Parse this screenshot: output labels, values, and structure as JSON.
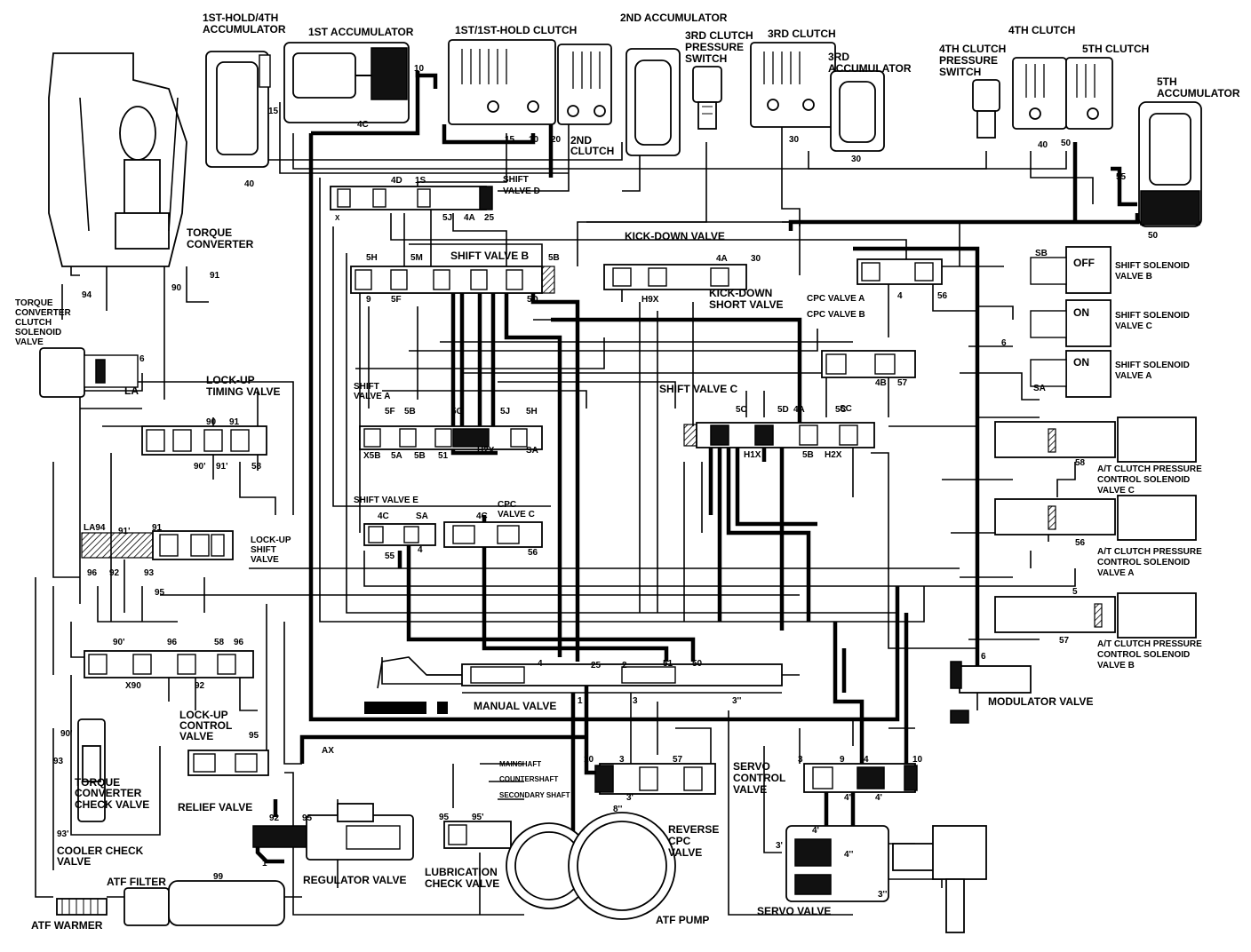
{
  "components": {
    "accum_1st_hold_4th": [
      "1ST-HOLD/4TH",
      "ACCUMULATOR"
    ],
    "accum_1st": "1ST ACCUMULATOR",
    "clutch_1st": "1ST/1ST-HOLD CLUTCH",
    "accum_2nd": "2ND ACCUMULATOR",
    "clutch_2nd": [
      "2ND",
      "CLUTCH"
    ],
    "switch_3rd": [
      "3RD CLUTCH",
      "PRESSURE",
      "SWITCH"
    ],
    "clutch_3rd": "3RD CLUTCH",
    "accum_3rd": [
      "3RD",
      "ACCUMULATOR"
    ],
    "clutch_4th": "4TH CLUTCH",
    "switch_4th": [
      "4TH CLUTCH",
      "PRESSURE",
      "SWITCH"
    ],
    "clutch_5th": "5TH CLUTCH",
    "accum_5th": [
      "5TH",
      "ACCUMULATOR"
    ],
    "torque_converter": [
      "TORQUE",
      "CONVERTER"
    ],
    "tc_solenoid": [
      "TORQUE",
      "CONVERTER",
      "CLUTCH",
      "SOLENOID",
      "VALVE"
    ],
    "lockup_timing": [
      "LOCK-UP",
      "TIMING VALVE"
    ],
    "lockup_shift": [
      "LOCK-UP",
      "SHIFT",
      "VALVE"
    ],
    "lockup_control": [
      "LOCK-UP",
      "CONTROL",
      "VALVE"
    ],
    "relief_valve": "RELIEF VALVE",
    "tc_check": [
      "TORQUE",
      "CONVERTER",
      "CHECK VALVE"
    ],
    "cooler_check": [
      "COOLER CHECK",
      "VALVE"
    ],
    "atf_filter": "ATF FILTER",
    "atf_warmer": "ATF WARMER",
    "regulator_valve": "REGULATOR VALVE",
    "lubrication_check": [
      "LUBRICATION",
      "CHECK VALVE"
    ],
    "atf_pump": "ATF PUMP",
    "reverse_cpc": [
      "REVERSE",
      "CPC",
      "VALVE"
    ],
    "servo_control": [
      "SERVO",
      "CONTROL",
      "VALVE"
    ],
    "servo_valve": "SERVO VALVE",
    "manual_valve": "MANUAL VALVE",
    "modulator_valve": "MODULATOR VALVE",
    "shift_valve_a": [
      "SHIFT",
      "VALVE A"
    ],
    "shift_valve_b": "SHIFT VALVE B",
    "shift_valve_c": "SHIFT VALVE C",
    "shift_valve_d": [
      "SHIFT",
      "VALVE D"
    ],
    "shift_valve_e": "SHIFT VALVE E",
    "cpc_valve_a": "CPC VALVE A",
    "cpc_valve_b": "CPC VALVE B",
    "cpc_valve_c": [
      "CPC",
      "VALVE C"
    ],
    "kickdown_valve": "KICK-DOWN VALVE",
    "kickdown_short": [
      "KICK-DOWN",
      "SHORT VALVE"
    ],
    "solenoid_b": [
      "SHIFT SOLENOID",
      "VALVE B"
    ],
    "solenoid_c": [
      "SHIFT SOLENOID",
      "VALVE C"
    ],
    "solenoid_a": [
      "SHIFT SOLENOID",
      "VALVE A"
    ],
    "atc_c": [
      "A/T CLUTCH PRESSURE",
      "CONTROL SOLENOID",
      "VALVE C"
    ],
    "atc_a": [
      "A/T CLUTCH PRESSURE",
      "CONTROL SOLENOID",
      "VALVE A"
    ],
    "atc_b": [
      "A/T CLUTCH PRESSURE",
      "CONTROL SOLENOID",
      "VALVE B"
    ]
  },
  "solenoid_states": {
    "b": "OFF",
    "c": "ON",
    "a": "ON"
  },
  "lube_labels": [
    "MAINSHAFT",
    "COUNTERSHAFT",
    "SECONDARY SHAFT"
  ],
  "ports": {
    "p15a": "15",
    "p40a": "40",
    "p4C": "4C",
    "p10": "10",
    "p15b": "15",
    "p10b": "10",
    "p20": "20",
    "p30a": "30",
    "p30b": "30",
    "p40b": "40",
    "p50": "50",
    "p55": "55",
    "p50b": "50",
    "p94": "94",
    "p90": "90",
    "p91": "91",
    "p6": "6",
    "LA": "LA",
    "p4D": "4D",
    "p1S": "1S",
    "p5J": "5J",
    "p4A": "4A",
    "p25": "25",
    "X": "X",
    "p5H": "5H",
    "p5M": "5M",
    "p5B": "5B",
    "p9": "9",
    "p5F": "5F",
    "p5D": "5D",
    "H9X": "H9X",
    "p4Ak": "4A",
    "p30k": "30",
    "p4": "4",
    "p56": "56",
    "p57": "57",
    "p4B": "4B",
    "p5C": "5C",
    "p5D2": "5D",
    "p4A2": "4A",
    "p5C2": "5C",
    "H1X": "H1X",
    "p5B2": "5B",
    "H2X": "H2X",
    "p5Fa": "5F",
    "p5Ba": "5B",
    "p5G": "5G",
    "p5Ja": "5J",
    "p5Ha": "5H",
    "X5B": "X5B",
    "p5A": "5A",
    "p5Bb": "5B",
    "p51": "51",
    "H2X2": "H2X",
    "SA": "SA",
    "p90t": "90",
    "p91t": "91",
    "p90p": "90'",
    "p91p": "91'",
    "p58": "58",
    "LA94": "LA94",
    "p91s": "91'",
    "p91b": "91",
    "p96": "96",
    "p92": "92",
    "p93": "93",
    "p95": "95",
    "p4Ce": "4C",
    "SAe": "SA",
    "p4Cc": "4C",
    "p55e": "55",
    "p4e": "4",
    "p56c": "56",
    "p90pb": "90'",
    "p96b": "96",
    "p58b": "58",
    "p96c": "96",
    "X90": "X90",
    "p92b": "92",
    "p4m": "4",
    "p25m": "25",
    "p2m": "2",
    "p51m": "51",
    "p50m": "50",
    "p1m": "1",
    "p3m": "3",
    "p3pp": "3''",
    "p10r": "10",
    "p3r": "3",
    "p57r": "57",
    "p3pr": "3'",
    "p8r": "8''",
    "p3s": "3",
    "p9s": "9",
    "p4s": "4",
    "p10s": "10",
    "p4ps": "4'",
    "p4pps": "4'",
    "p3ps": "3'",
    "p4pv": "4'",
    "p4dv": "4''",
    "p3v": "3''",
    "p95l": "95",
    "p95pl": "95'",
    "AX": "AX",
    "p92r": "92",
    "p1r": "1",
    "p95r": "95",
    "p99": "99",
    "p90p2": "90'",
    "p93b": "93",
    "p93p": "93'",
    "p95c": "95",
    "p6m": "6",
    "p58s": "58",
    "p56s": "56",
    "p57s": "57",
    "p5s": "5",
    "p6s": "6",
    "SB": "SB",
    "SC": "SC",
    "SA2": "SA"
  }
}
